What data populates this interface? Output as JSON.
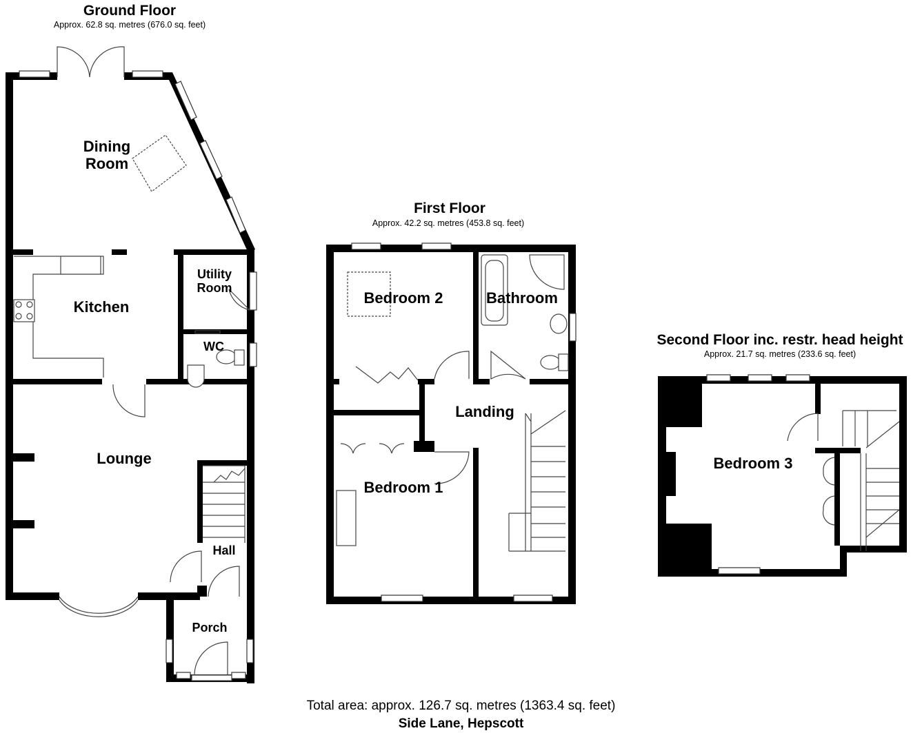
{
  "ground_floor": {
    "title": "Ground Floor",
    "area": "Approx. 62.8 sq. metres (676.0 sq. feet)",
    "rooms": {
      "dining_line1": "Dining",
      "dining_line2": "Room",
      "kitchen": "Kitchen",
      "utility_line1": "Utility",
      "utility_line2": "Room",
      "wc": "WC",
      "lounge": "Lounge",
      "hall": "Hall",
      "porch": "Porch"
    }
  },
  "first_floor": {
    "title": "First Floor",
    "area": "Approx. 42.2 sq. metres (453.8 sq. feet)",
    "rooms": {
      "bedroom2": "Bedroom 2",
      "bathroom": "Bathroom",
      "landing": "Landing",
      "bedroom1": "Bedroom 1"
    }
  },
  "second_floor": {
    "title": "Second Floor inc. restr. head height",
    "area": "Approx. 21.7 sq. metres (233.6 sq. feet)",
    "rooms": {
      "bedroom3": "Bedroom 3"
    }
  },
  "footer": {
    "total_area": "Total area: approx. 126.7 sq. metres (1363.4 sq. feet)",
    "address": "Side Lane, Hepscott"
  }
}
